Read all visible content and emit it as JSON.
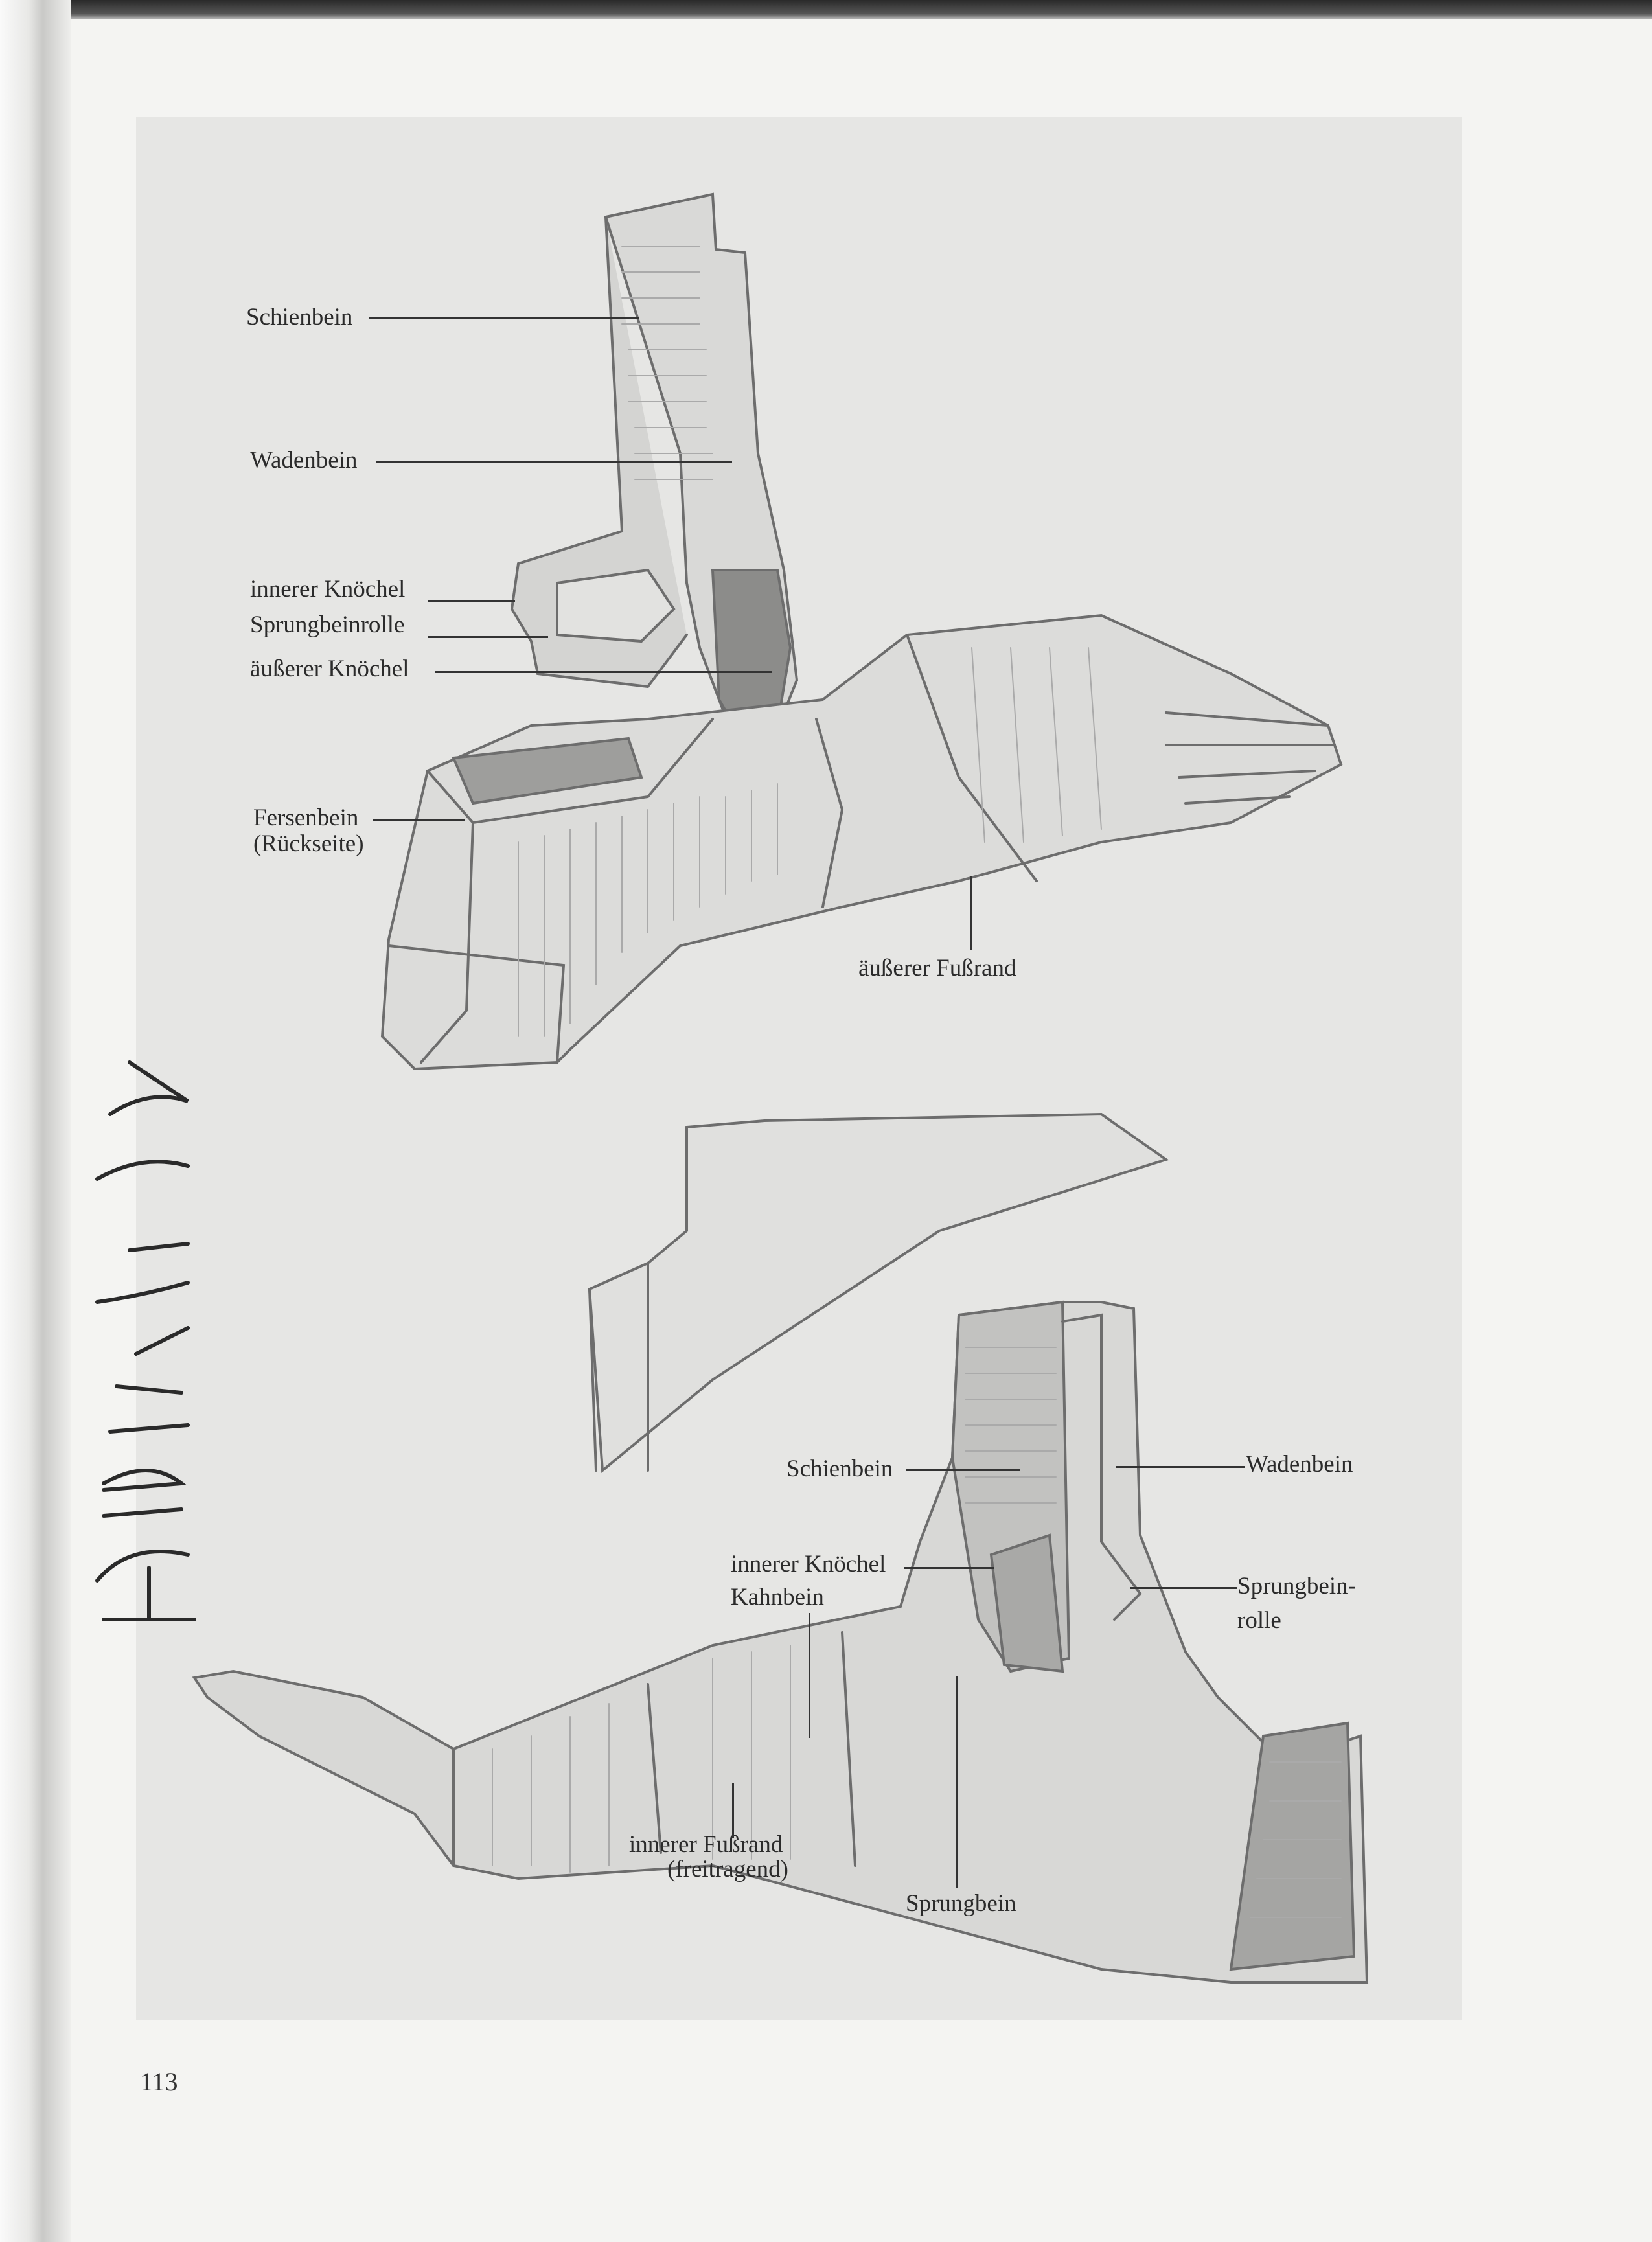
{
  "top_figure": {
    "labels": {
      "schienbein": "Schienbein",
      "wadenbein": "Wadenbein",
      "innerer_knoechel": "innerer Knöchel",
      "sprungbeinrolle": "Sprungbeinrolle",
      "aeusserer_knoechel": "äußerer Knöchel",
      "fersenbein": "Fersenbein",
      "fersenbein_note": "(Rückseite)",
      "aeusserer_fussrand": "äußerer Fußrand"
    }
  },
  "bottom_figure": {
    "labels": {
      "schienbein": "Schienbein",
      "wadenbein": "Wadenbein",
      "innerer_knoechel": "innerer Knöchel",
      "kahnbein": "Kahnbein",
      "sprungbeinrolle_1": "Sprungbein-",
      "sprungbeinrolle_2": "rolle",
      "innerer_fussrand": "innerer Fußrand",
      "innerer_fussrand_note": "(freitragend)",
      "sprungbein": "Sprungbein"
    }
  },
  "page_number": "113",
  "signature": "handwritten signature"
}
